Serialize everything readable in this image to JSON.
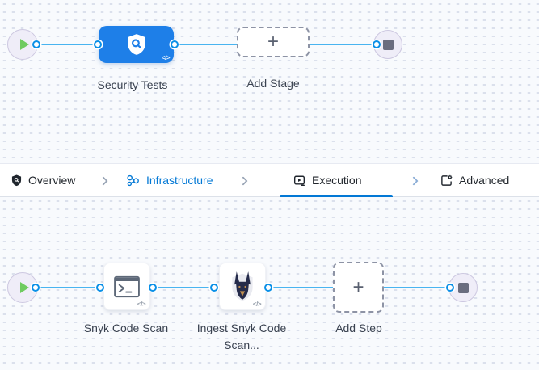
{
  "colors": {
    "accent_blue": "#0278d5",
    "stage_blue": "#1e7fe8",
    "connector_blue": "#49b4f0",
    "port_ring_blue": "#0b90e7",
    "canvas_bg": "#f8fafd",
    "endpoint_fill": "#efedf8",
    "play_green": "#6fcb60",
    "stop_gray": "#6a6d7f"
  },
  "stage_canvas": {
    "stage": {
      "label": "Security Tests",
      "icon": "security-shield-scan-icon",
      "code_glyph": "</>"
    },
    "add_stage": {
      "label": "Add Stage",
      "plus": "+"
    }
  },
  "tabbar": {
    "tabs": [
      {
        "label": "Overview",
        "icon": "shield-icon",
        "state": "default"
      },
      {
        "label": "Infrastructure",
        "icon": "infrastructure-icon",
        "state": "highlighted"
      },
      {
        "label": "Execution",
        "icon": "execution-icon",
        "state": "selected"
      },
      {
        "label": "Advanced",
        "icon": "advanced-icon",
        "state": "default"
      }
    ]
  },
  "execution_canvas": {
    "steps": [
      {
        "label": "Snyk Code Scan",
        "icon": "terminal-icon",
        "code_glyph": "</>"
      },
      {
        "label": "Ingest Snyk Code Scan...",
        "icon": "snyk-dog-icon",
        "code_glyph": "</>"
      }
    ],
    "add_step": {
      "label": "Add Step",
      "plus": "+"
    }
  }
}
